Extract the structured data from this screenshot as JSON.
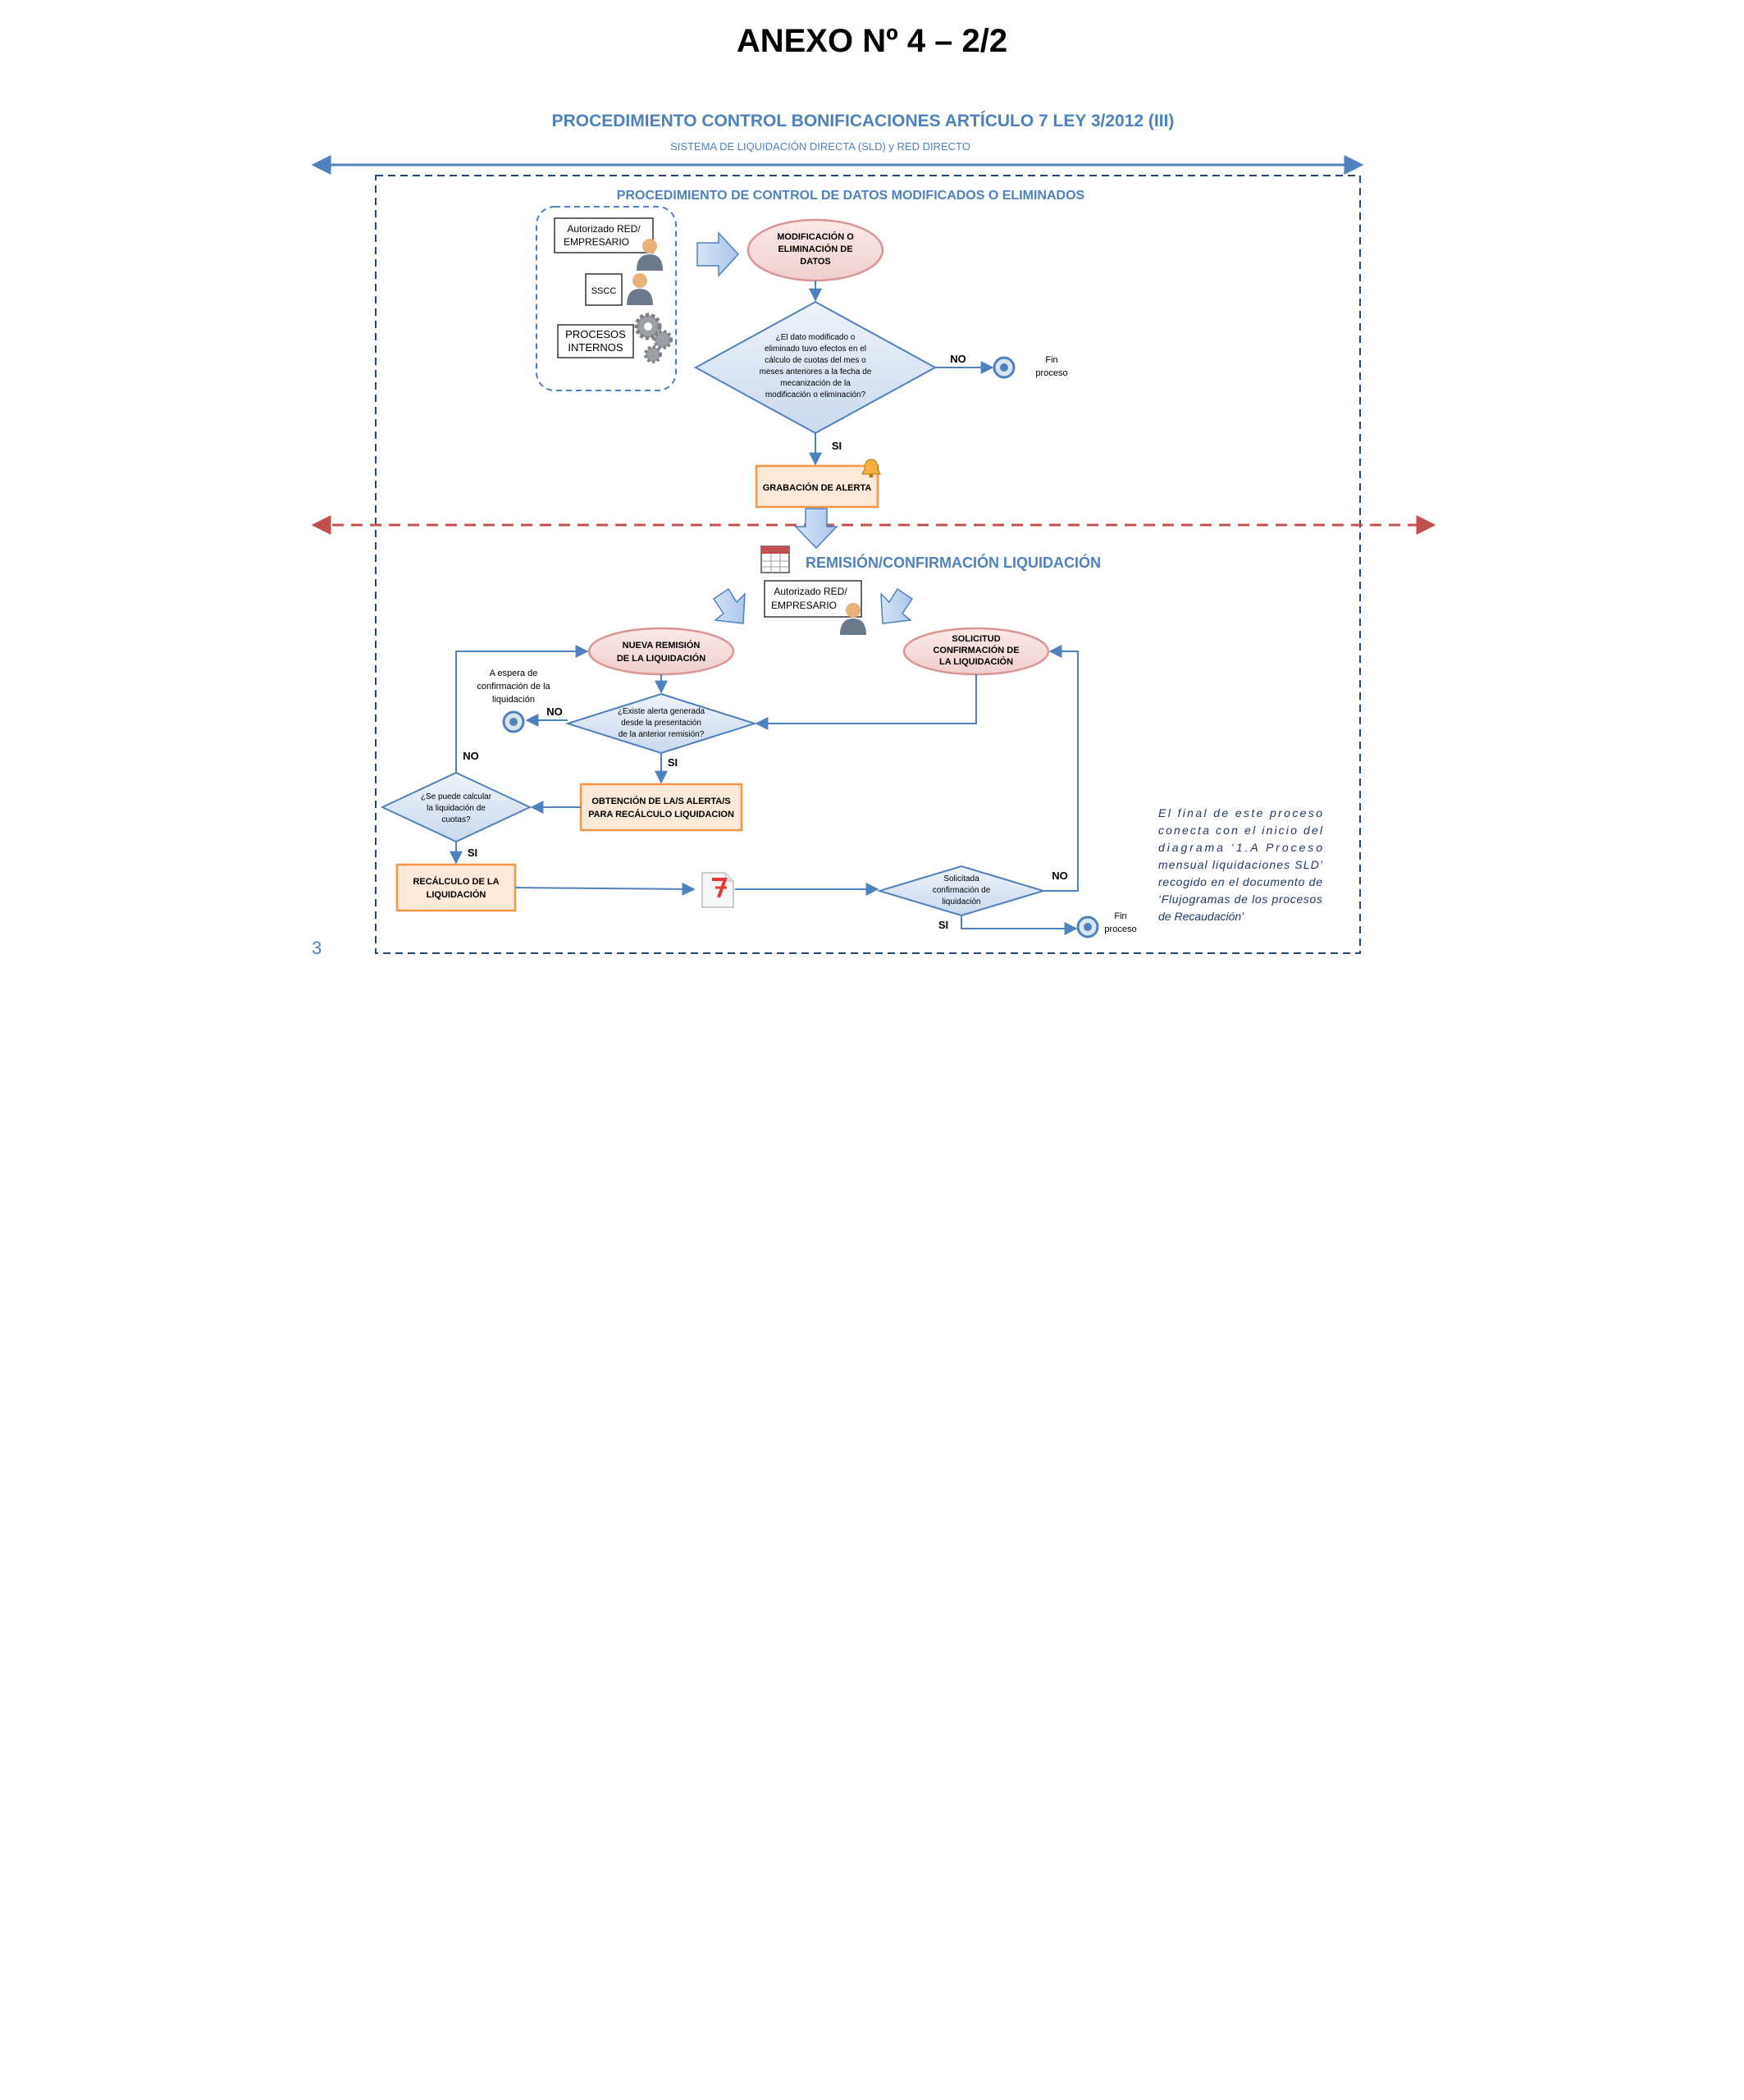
{
  "page": {
    "title": "ANEXO Nº 4 – 2/2",
    "page_number": "3"
  },
  "diagram": {
    "title": "PROCEDIMIENTO  CONTROL BONIFICACIONES  ARTÍCULO 7 LEY 3/2012 (III)",
    "subtitle": "SISTEMA DE LIQUIDACIÓN DIRECTA  (SLD) y RED DIRECTO",
    "section1": {
      "title": "PROCEDIMIENTO DE CONTROL DE DATOS MODIFICADOS O ELIMINADOS",
      "actors": {
        "actor1_line1": "Autorizado  RED/",
        "actor1_line2": "EMPRESARIO",
        "actor2": "SSCC",
        "actor3_line1": "PROCESOS",
        "actor3_line2": "INTERNOS"
      },
      "start_line1": "MODIFICACIÓN O",
      "start_line2": "ELIMINACIÓN DE",
      "start_line3": "DATOS",
      "decision": [
        "¿El dato modificado o",
        "eliminado tuvo efectos en el",
        "cálculo de cuotas del mes o",
        "meses anteriores a la fecha de",
        "mecanización de la",
        "modificación o eliminación?"
      ],
      "no": "NO",
      "si": "SI",
      "end_line1": "Fin",
      "end_line2": "proceso",
      "alert_task": "GRABACIÓN DE ALERTA"
    },
    "section2": {
      "title": "REMISIÓN/CONFIRMACIÓN LIQUIDACIÓN",
      "actor_line1": "Autorizado  RED/",
      "actor_line2": "EMPRESARIO",
      "nueva_line1": "NUEVA REMISIÓN",
      "nueva_line2": "DE LA LIQUIDACIÓN",
      "solicitud_line1": "SOLICITUD",
      "solicitud_line2": "CONFIRMACIÓN DE",
      "solicitud_line3": "LA LIQUIDACIÓN",
      "espera_line1": "A espera  de",
      "espera_line2": "confirmación de la",
      "espera_line3": "liquidación",
      "decision_alert": [
        "¿Existe alerta generada",
        "desde  la presentación",
        "de la anterior remisión?"
      ],
      "obtencion_line1": "OBTENCIÓN DE LA/S ALERTA/S",
      "obtencion_line2": "PARA RECÁLCULO LIQUIDACION",
      "decision_calc": [
        "¿Se puede calcular",
        "la liquidación de",
        "cuotas?"
      ],
      "recalculo_line1": "RECÁLCULO  DE LA",
      "recalculo_line2": "LIQUIDACIÓN",
      "decision_conf": [
        "Solicitada",
        "confirmación de",
        "liquidación"
      ],
      "no": "NO",
      "si": "SI",
      "end_line1": "Fin",
      "end_line2": "proceso",
      "note": [
        "El  final  de  este  proceso",
        "conecta  con  el  inicio  del",
        "diagrama    ‘1.A    Proceso",
        "mensual  liquidaciones  SLD’",
        "recogido en el documento de",
        "‘Flujogramas de los procesos",
        "de Recaudación’"
      ]
    }
  },
  "colors": {
    "accent_blue": "#4f81bd",
    "dark_blue": "#1f497d",
    "pink_fill": "#f2dcdb",
    "pink_stroke": "#d99694",
    "orange_fill": "#fde9d9",
    "orange_stroke": "#f79646",
    "diamond_fill": "#dbe5f1",
    "red_dashed": "#c0504d"
  }
}
